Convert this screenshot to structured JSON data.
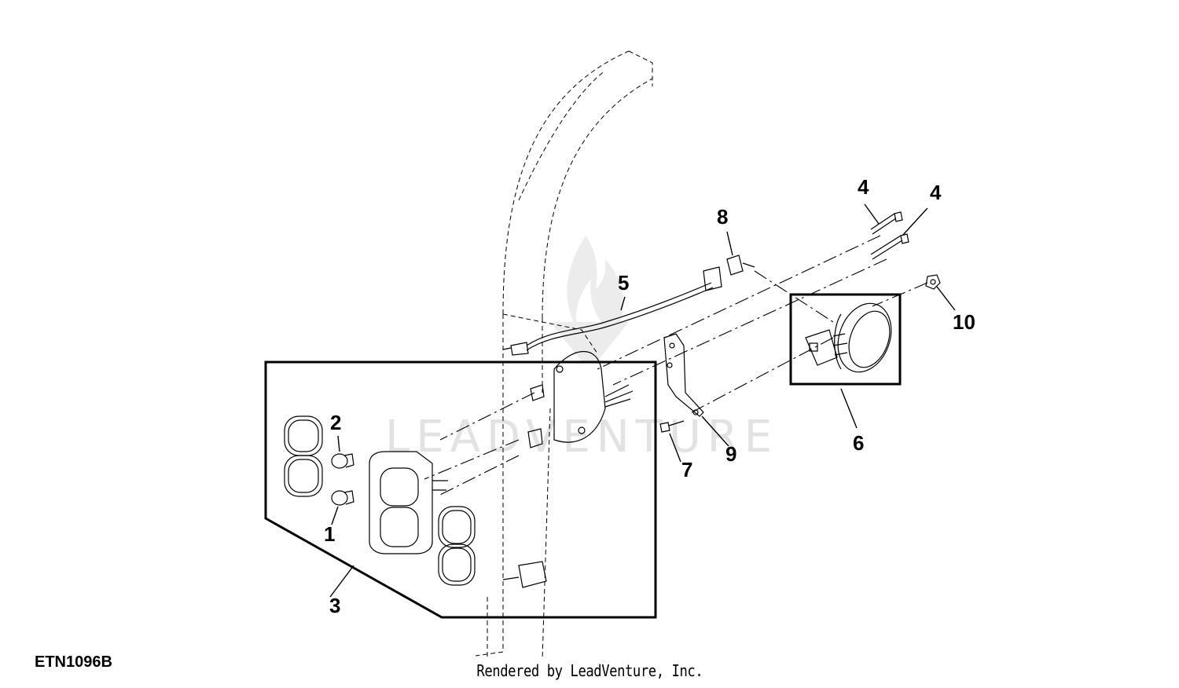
{
  "diagram": {
    "callouts": [
      "1",
      "2",
      "3",
      "4",
      "4",
      "5",
      "6",
      "7",
      "8",
      "9",
      "10"
    ],
    "figure_code": "ETN1096B",
    "credit": "Rendered by LeadVenture, Inc.",
    "watermark": "LEADVENTURE",
    "colors": {
      "ink": "#000000",
      "paper": "#ffffff",
      "watermark": "#e2e2e2"
    }
  }
}
